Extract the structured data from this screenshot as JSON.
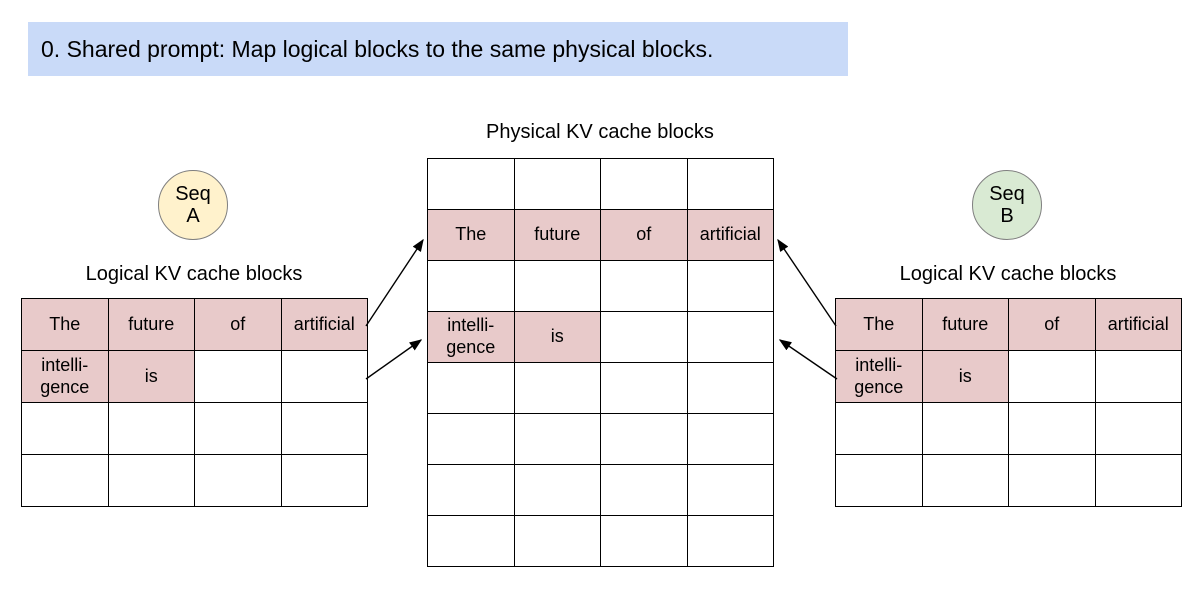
{
  "colors": {
    "banner_bg": "#c9daf8",
    "cell_highlight": "#e8caca",
    "seq_a_bg": "#fff2cc",
    "seq_b_bg": "#d9ead3",
    "border": "#000000",
    "circle_border": "#7f7f7f"
  },
  "banner": {
    "text": "0. Shared prompt: Map logical blocks to the same physical blocks."
  },
  "seq_a": {
    "line1": "Seq",
    "line2": "A"
  },
  "seq_b": {
    "line1": "Seq",
    "line2": "B"
  },
  "physical": {
    "title": "Physical KV cache blocks",
    "rows": [
      [
        {
          "t": "",
          "h": false
        },
        {
          "t": "",
          "h": false
        },
        {
          "t": "",
          "h": false
        },
        {
          "t": "",
          "h": false
        }
      ],
      [
        {
          "t": "The",
          "h": true
        },
        {
          "t": "future",
          "h": true
        },
        {
          "t": "of",
          "h": true
        },
        {
          "t": "artificial",
          "h": true
        }
      ],
      [
        {
          "t": "",
          "h": false
        },
        {
          "t": "",
          "h": false
        },
        {
          "t": "",
          "h": false
        },
        {
          "t": "",
          "h": false
        }
      ],
      [
        {
          "t": "intelli-\ngence",
          "h": true
        },
        {
          "t": "is",
          "h": true
        },
        {
          "t": "",
          "h": false
        },
        {
          "t": "",
          "h": false
        }
      ],
      [
        {
          "t": "",
          "h": false
        },
        {
          "t": "",
          "h": false
        },
        {
          "t": "",
          "h": false
        },
        {
          "t": "",
          "h": false
        }
      ],
      [
        {
          "t": "",
          "h": false
        },
        {
          "t": "",
          "h": false
        },
        {
          "t": "",
          "h": false
        },
        {
          "t": "",
          "h": false
        }
      ],
      [
        {
          "t": "",
          "h": false
        },
        {
          "t": "",
          "h": false
        },
        {
          "t": "",
          "h": false
        },
        {
          "t": "",
          "h": false
        }
      ],
      [
        {
          "t": "",
          "h": false
        },
        {
          "t": "",
          "h": false
        },
        {
          "t": "",
          "h": false
        },
        {
          "t": "",
          "h": false
        }
      ]
    ]
  },
  "left": {
    "title": "Logical KV cache blocks",
    "rows": [
      [
        {
          "t": "The",
          "h": true
        },
        {
          "t": "future",
          "h": true
        },
        {
          "t": "of",
          "h": true
        },
        {
          "t": "artificial",
          "h": true
        }
      ],
      [
        {
          "t": "intelli-\ngence",
          "h": true
        },
        {
          "t": "is",
          "h": true
        },
        {
          "t": "",
          "h": false
        },
        {
          "t": "",
          "h": false
        }
      ],
      [
        {
          "t": "",
          "h": false
        },
        {
          "t": "",
          "h": false
        },
        {
          "t": "",
          "h": false
        },
        {
          "t": "",
          "h": false
        }
      ],
      [
        {
          "t": "",
          "h": false
        },
        {
          "t": "",
          "h": false
        },
        {
          "t": "",
          "h": false
        },
        {
          "t": "",
          "h": false
        }
      ]
    ]
  },
  "right": {
    "title": "Logical KV cache blocks",
    "rows": [
      [
        {
          "t": "The",
          "h": true
        },
        {
          "t": "future",
          "h": true
        },
        {
          "t": "of",
          "h": true
        },
        {
          "t": "artificial",
          "h": true
        }
      ],
      [
        {
          "t": "intelli-\ngence",
          "h": true
        },
        {
          "t": "is",
          "h": true
        },
        {
          "t": "",
          "h": false
        },
        {
          "t": "",
          "h": false
        }
      ],
      [
        {
          "t": "",
          "h": false
        },
        {
          "t": "",
          "h": false
        },
        {
          "t": "",
          "h": false
        },
        {
          "t": "",
          "h": false
        }
      ],
      [
        {
          "t": "",
          "h": false
        },
        {
          "t": "",
          "h": false
        },
        {
          "t": "",
          "h": false
        },
        {
          "t": "",
          "h": false
        }
      ]
    ]
  }
}
